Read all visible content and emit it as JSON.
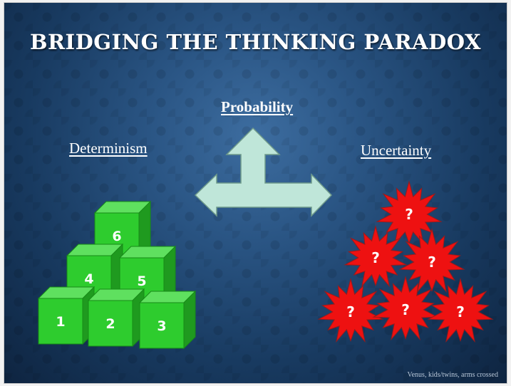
{
  "slide": {
    "title": "BRIDGING THE THINKING PARADOX",
    "labels": {
      "probability": "Probability",
      "determinism": "Determinism",
      "uncertainty": "Uncertainty"
    },
    "caption": "Venus, kids/twins, arms crossed"
  },
  "blocks": [
    "1",
    "2",
    "3",
    "4",
    "5",
    "6"
  ],
  "stars": [
    "?",
    "?",
    "?",
    "?",
    "?",
    "?"
  ],
  "colors": {
    "block_front": "#2ecc2e",
    "block_top": "#5fe05f",
    "block_side": "#1f9a1f",
    "star_fill": "#ee1111",
    "arrow_fill": "#bfe6d9",
    "background": "#1f4a75"
  },
  "icons": {
    "arrow": "three-way-arrow-icon",
    "blocks": "number-blocks-pyramid",
    "stars": "question-starburst-icon"
  }
}
